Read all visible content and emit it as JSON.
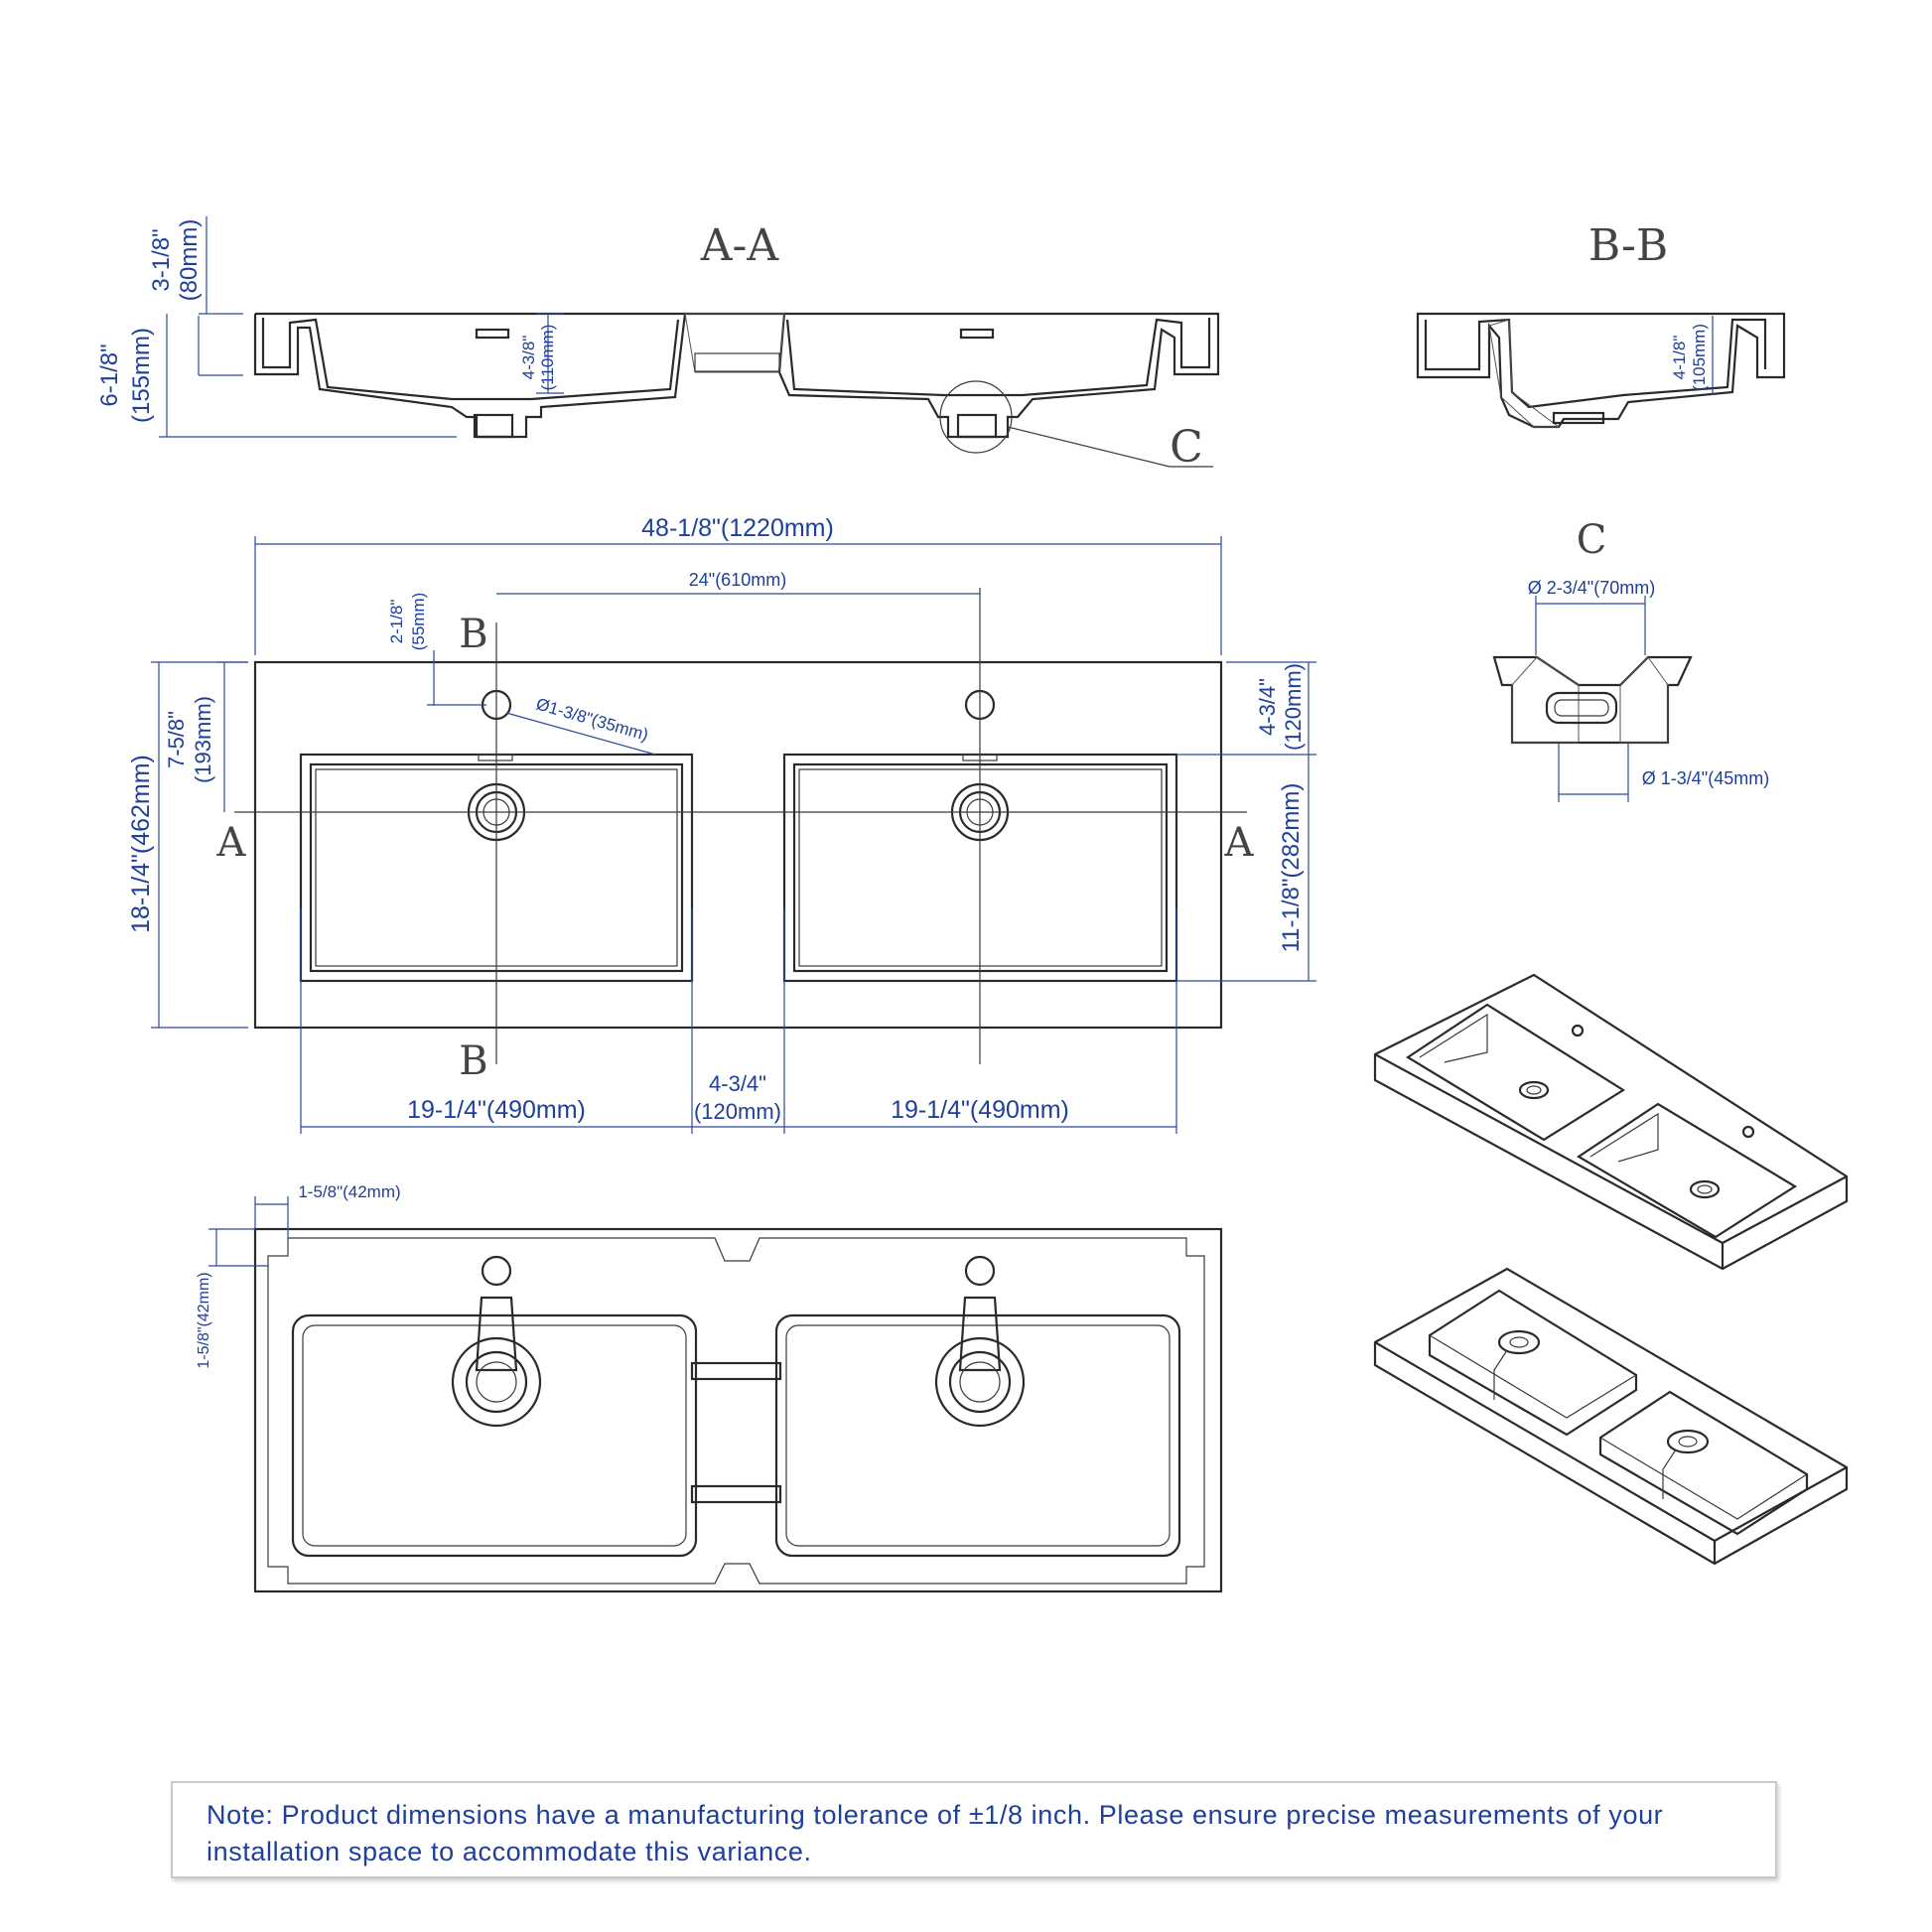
{
  "section_labels": {
    "aa_title": "A-A",
    "bb_title": "B-B",
    "c_title": "C",
    "c_callout": "C",
    "a_left": "A",
    "a_right": "A",
    "b_top": "B",
    "b_bottom": "B"
  },
  "dimensions": {
    "height_top_in": "3-1/8\"",
    "height_top_mm": "(80mm)",
    "height_total_in": "6-1/8\"",
    "height_total_mm": "(155mm)",
    "aa_bowl_depth_in": "4-3/8\"",
    "aa_bowl_depth_mm": "(110mm)",
    "bb_bowl_depth_in": "4-1/8\"",
    "bb_bowl_depth_mm": "(105mm)",
    "overall_width": "48-1/8\"(1220mm)",
    "faucet_spacing": "24\"(610mm)",
    "hole_offset_in": "2-1/8\"",
    "hole_offset_mm": "(55mm)",
    "hole_diameter": "Ø1-3/8\"(35mm)",
    "center_line_in": "7-5/8\"",
    "center_line_mm": "(193mm)",
    "overall_depth": "18-1/4\"(462mm)",
    "back_ledge_in": "4-3/4\"",
    "back_ledge_mm": "(120mm)",
    "bowl_depth_front": "11-1/8\"(282mm)",
    "bowl_width_left": "19-1/4\"(490mm)",
    "gap_in": "4-3/4\"",
    "gap_mm": "(120mm)",
    "bowl_width_right": "19-1/4\"(490mm)",
    "drain_top_dia": "Ø 2-3/4\"(70mm)",
    "drain_bottom_dia": "Ø 1-3/4\"(45mm)",
    "bottom_offset_x": "1-5/8\"(42mm)",
    "bottom_offset_y": "1-5/8\"(42mm)"
  },
  "note": "Note: Product dimensions have a manufacturing tolerance of ±1/8 inch. Please ensure precise measurements of your installation space to accommodate this variance."
}
